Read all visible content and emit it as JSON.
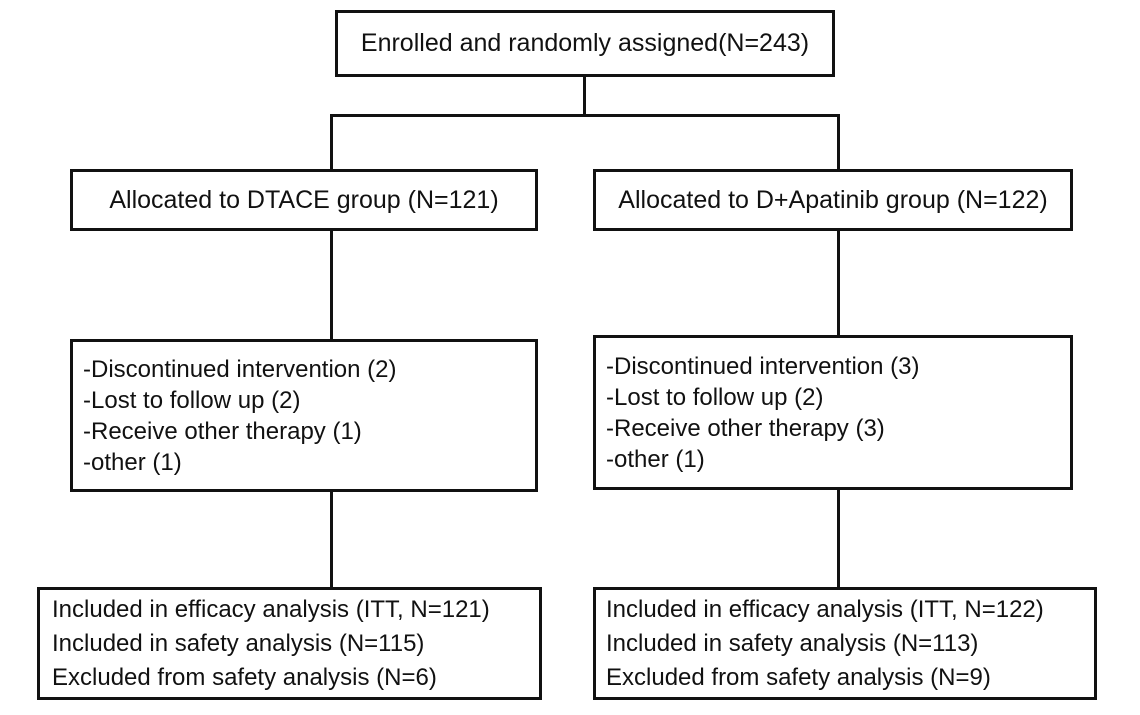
{
  "enrollment": {
    "label": "Enrolled and randomly assigned(N=243)"
  },
  "arms": [
    {
      "allocation": "Allocated to DTACE group (N=121)",
      "dropouts": [
        "-Discontinued intervention (2)",
        "-Lost to follow up (2)",
        "-Receive other therapy (1)",
        "-other (1)"
      ],
      "analysis": [
        "Included in efficacy analysis (ITT, N=121)",
        "Included in safety analysis (N=115)",
        "Excluded from safety analysis (N=6)"
      ]
    },
    {
      "allocation": "Allocated to D+Apatinib group (N=122)",
      "dropouts": [
        "-Discontinued intervention (3)",
        "-Lost to follow up (2)",
        "-Receive other therapy (3)",
        "-other (1)"
      ],
      "analysis": [
        "Included in efficacy analysis (ITT, N=122)",
        "Included in safety analysis (N=113)",
        "Excluded from safety analysis (N=9)"
      ]
    }
  ]
}
